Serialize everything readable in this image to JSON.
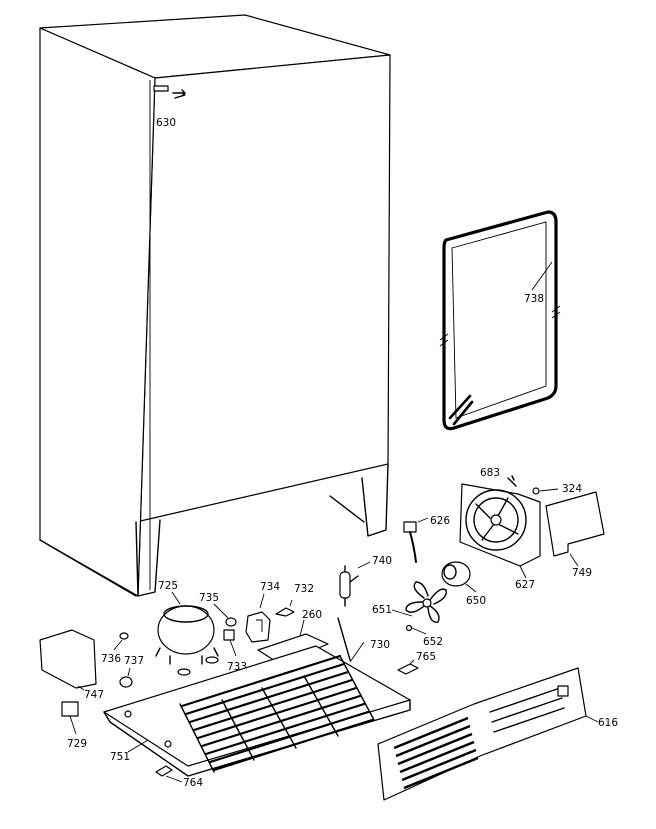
{
  "diagram": {
    "labels": {
      "p630": "630",
      "p738": "738",
      "p683": "683",
      "p324": "324",
      "p626": "626",
      "p627": "627",
      "p749": "749",
      "p740": "740",
      "p650": "650",
      "p651": "651",
      "p652": "652",
      "p725": "725",
      "p735": "735",
      "p734": "734",
      "p732": "732",
      "p260": "260",
      "p730": "730",
      "p765": "765",
      "p736": "736",
      "p737": "737",
      "p733": "733",
      "p747": "747",
      "p729": "729",
      "p751": "751",
      "p764": "764",
      "p616": "616"
    }
  }
}
